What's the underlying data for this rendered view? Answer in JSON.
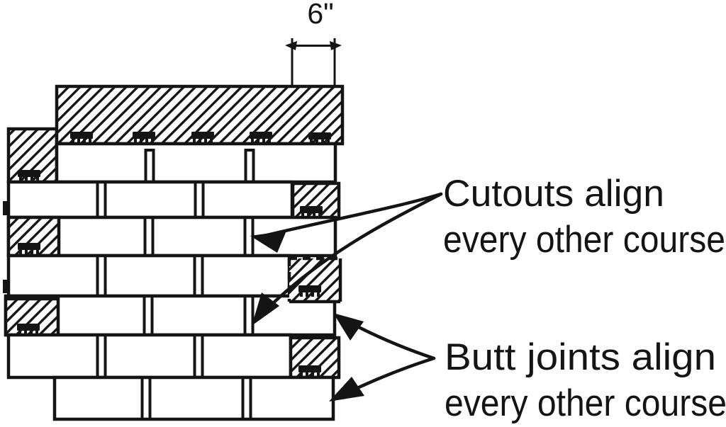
{
  "figure": {
    "background": "#ffffff",
    "ink": "#141414",
    "description": "Shingle coursing diagram"
  },
  "dimension": {
    "label": "6\""
  },
  "annotations": {
    "cutouts": {
      "line1": "Cutouts align",
      "line2": "every other course"
    },
    "butt_joints": {
      "line1": "Butt joints align",
      "line2": "every other course"
    }
  }
}
